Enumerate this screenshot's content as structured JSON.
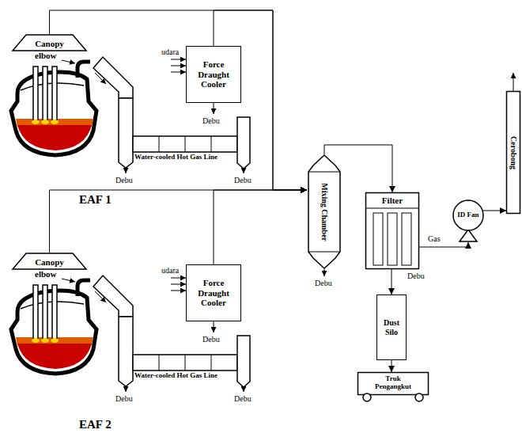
{
  "diagram": {
    "nodes": [
      {
        "text": [
          "Canopy"
        ]
      },
      {
        "text": [
          "Force Draught Cooler"
        ]
      },
      {
        "text": [
          "Canopy"
        ]
      },
      {
        "text": [
          "Force Draught Cooler"
        ]
      },
      {
        "text": [
          "Mixing Chamber"
        ]
      },
      {
        "text": [
          "Filter"
        ]
      },
      {
        "text": [
          "ID Fan"
        ]
      },
      {
        "text": [
          "Cerobong"
        ]
      },
      {
        "text": [
          "Dust Silo"
        ]
      },
      {
        "text": [
          "Truk Pengangkut"
        ]
      }
    ],
    "edges": [
      {
        "from": 0,
        "to": 4,
        "arrow": "to"
      },
      {
        "from": 1,
        "to": 4,
        "arrow": "to"
      },
      {
        "from": 2,
        "to": 4,
        "arrow": "to"
      },
      {
        "from": 3,
        "to": 4,
        "arrow": "to"
      },
      {
        "from": 4,
        "to": 5,
        "arrow": "to"
      },
      {
        "from": 5,
        "to": 6,
        "arrow": "to",
        "label": "Gas"
      },
      {
        "from": 6,
        "to": 7,
        "arrow": "to"
      },
      {
        "from": 5,
        "to": 8,
        "arrow": "to"
      },
      {
        "from": 8,
        "to": 9,
        "arrow": "to"
      }
    ],
    "labels": [
      "elbow",
      "udara",
      "Debu",
      "Debu",
      "Debu",
      "Water-cooled Hot Gas Line",
      "EAF 1",
      "elbow",
      "udara",
      "Debu",
      "Debu",
      "Debu",
      "Water-cooled Hot Gas Line",
      "EAF 2",
      "Debu",
      "Debu"
    ]
  }
}
